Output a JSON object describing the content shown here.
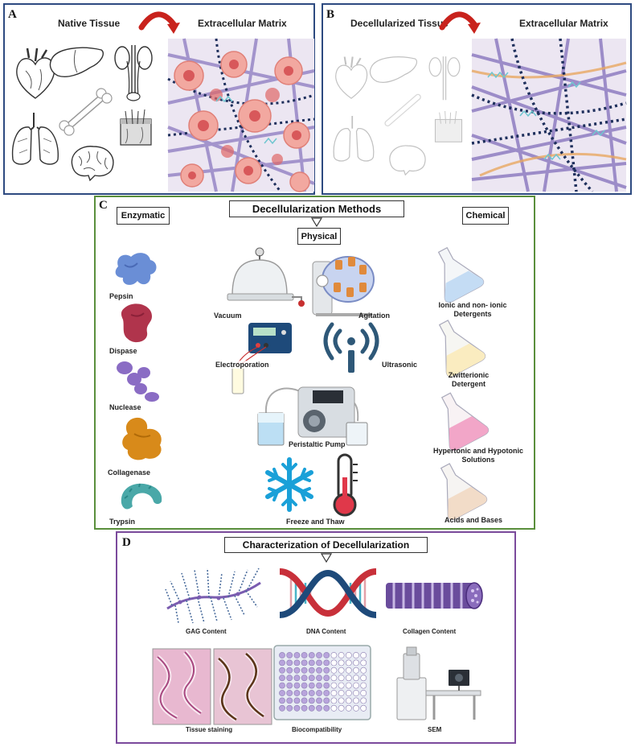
{
  "panel_a": {
    "letter": "A",
    "left_title": "Native Tissue",
    "right_title": "Extracellular Matrix"
  },
  "panel_b": {
    "letter": "B",
    "left_title": "Decellularized Tissue",
    "right_title": "Extracellular Matrix"
  },
  "panel_c": {
    "letter": "C",
    "title": "Decellularization Methods",
    "enzymatic": {
      "header": "Enzymatic",
      "items": [
        "Pepsin",
        "Dispase",
        "Nuclease",
        "Collagenase",
        "Trypsin"
      ]
    },
    "physical": {
      "header": "Physical",
      "items": [
        "Vacuum",
        "Agitation",
        "Electroporation",
        "Ultrasonic",
        "Peristaltic Pump",
        "Freeze and Thaw"
      ]
    },
    "chemical": {
      "header": "Chemical",
      "items": [
        "Ionic and non- ionic Detergents",
        "Zwitterionic Detergent",
        "Hypertonic and Hypotonic Solutions",
        "Acids and Bases"
      ]
    }
  },
  "panel_d": {
    "letter": "D",
    "title": "Characterization of Decellularization",
    "items": [
      "GAG Content",
      "DNA Content",
      "Collagen Content",
      "Tissue staining",
      "Biocompatibility",
      "SEM"
    ]
  },
  "colors": {
    "panel_ab_border": "#2d4a80",
    "panel_c_border": "#5a8f3c",
    "panel_d_border": "#7b4a9c",
    "arrow_red": "#c8221c",
    "matrix_bg": "#ece6f2",
    "fiber_purple": "#9c8cc8",
    "bead_navy": "#1e2f5c",
    "cell_pink": "#f2a8a0",
    "pepsin": "#6a8ed6",
    "dispase": "#b0344c",
    "nuclease": "#8a6cc4",
    "collagenase": "#d88a1a",
    "trypsin": "#4aa8a8"
  }
}
